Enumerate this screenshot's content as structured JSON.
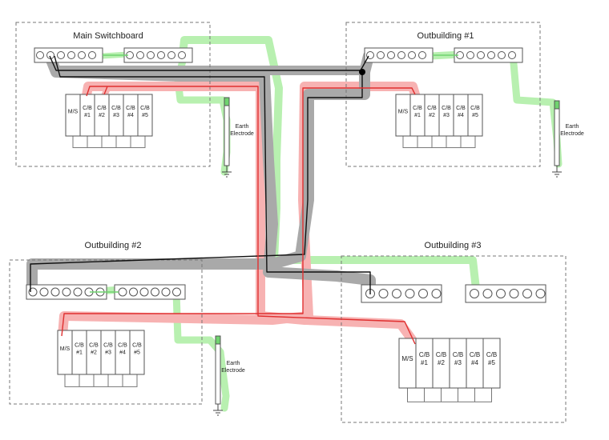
{
  "title": "",
  "colors": {
    "earth": "#6fd36f",
    "earth_highlight": "#b8f0b0",
    "active": "#e03030",
    "active_highlight": "#f7b2b2",
    "neutral": "#111111",
    "neutral_highlight": "#a9a9a9",
    "outline": "#777777"
  },
  "buildings": [
    {
      "name": "Main Switchboard",
      "breakers": [
        "M/S",
        "C/B #1",
        "C/B #2",
        "C/B #3",
        "C/B #4",
        "C/B #5"
      ],
      "electrode_label": [
        "Earth",
        "Electrode"
      ]
    },
    {
      "name": "Outbuilding #1",
      "breakers": [
        "M/S",
        "C/B #1",
        "C/B #2",
        "C/B #3",
        "C/B #4",
        "C/B #5"
      ],
      "electrode_label": [
        "Earth",
        "Electrode"
      ]
    },
    {
      "name": "Outbuilding #2",
      "breakers": [
        "M/S",
        "C/B #1",
        "C/B #2",
        "C/B #3",
        "C/B #4",
        "C/B #5"
      ],
      "electrode_label": [
        "Earth",
        "Electrode"
      ]
    },
    {
      "name": "Outbuilding #3",
      "breakers": [
        "M/S",
        "C/B #1",
        "C/B #2",
        "C/B #3",
        "C/B #4",
        "C/B #5"
      ],
      "electrode_label": []
    }
  ]
}
